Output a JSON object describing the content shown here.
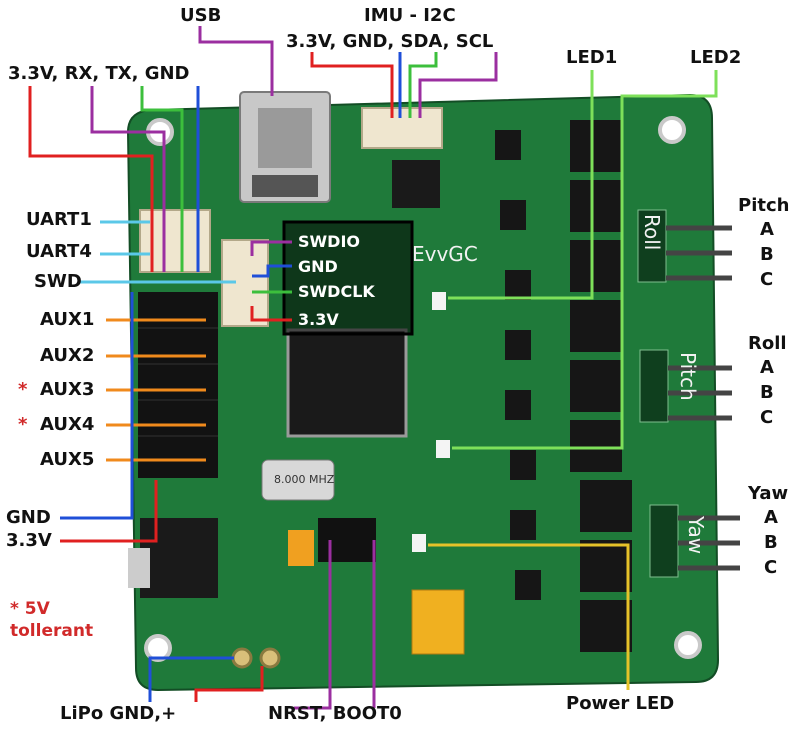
{
  "labels": {
    "usb": "USB",
    "imu_title": "IMU - I2C",
    "imu_pins": "3.3V, GND, SDA, SCL",
    "uart_pins": "3.3V, RX, TX, GND",
    "led1": "LED1",
    "led2": "LED2",
    "uart1": "UART1",
    "uart4": "UART4",
    "swd": "SWD",
    "aux1": "AUX1",
    "aux2": "AUX2",
    "aux3": "AUX3",
    "aux4": "AUX4",
    "aux5": "AUX5",
    "gnd": "GND",
    "v33": "3.3V",
    "star": "*",
    "swdio": "SWDIO",
    "swd_gnd": "GND",
    "swdclk": "SWDCLK",
    "swd_33": "3.3V",
    "pitch": "Pitch",
    "roll": "Roll",
    "yaw": "Yaw",
    "a": "A",
    "b": "B",
    "c": "C",
    "tolerant_line1": "* 5V",
    "tolerant_line2": "tollerant",
    "lipo": "LiPo GND,+",
    "nrst": "NRST, BOOT0",
    "power_led": "Power LED",
    "board_roll": "Roll",
    "board_pitch": "Pitch",
    "board_yaw": "Yaw",
    "board_brand": "EvvGC",
    "crystal": "8.000 MHZ"
  },
  "colors": {
    "red": "#e02020",
    "purple": "#9b2fa0",
    "green": "#3cbf3c",
    "blue": "#1f4fd8",
    "lightblue": "#5bc8e8",
    "orange": "#f08a1c",
    "yellow": "#e6c229",
    "lightgreen": "#7ee05a",
    "board": "#1f7a3a",
    "board_dark": "#165a2b"
  }
}
